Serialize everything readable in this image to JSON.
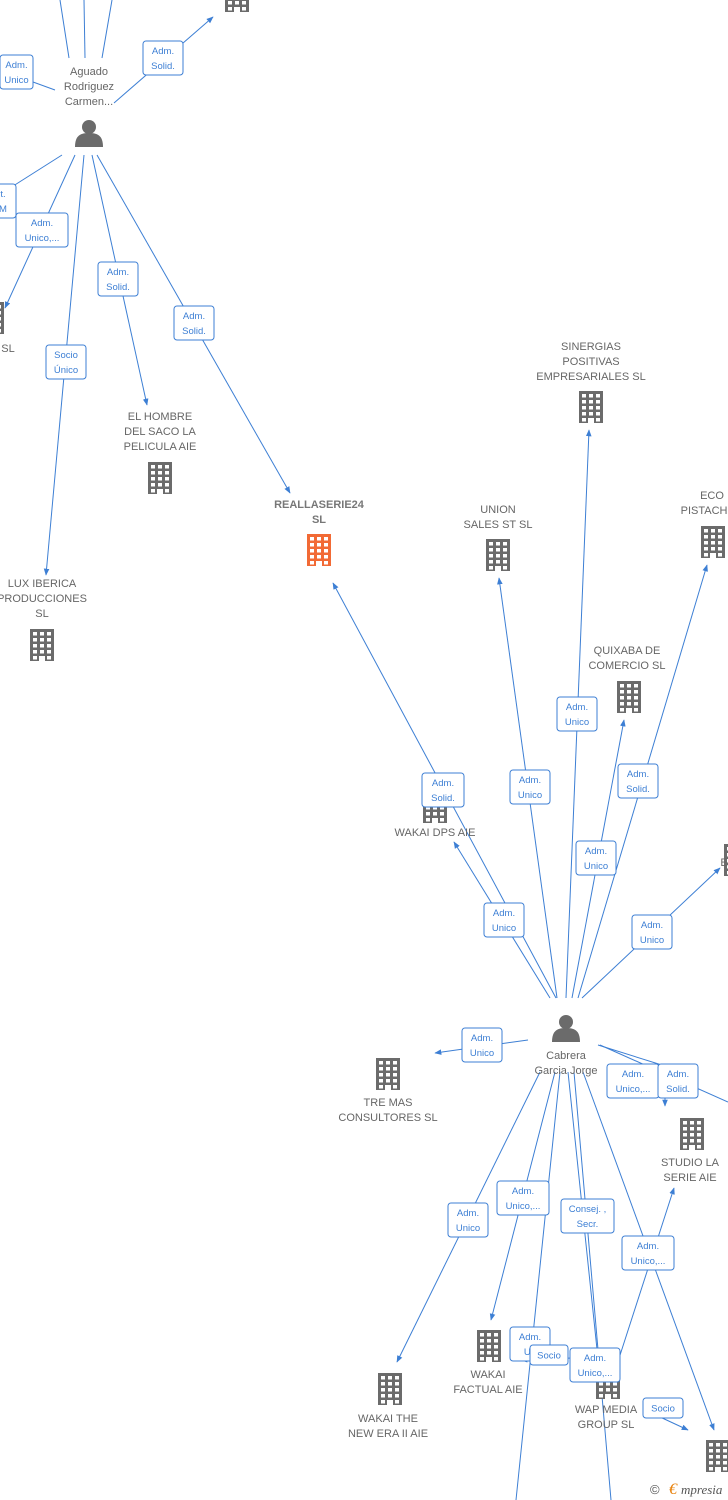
{
  "colors": {
    "edge": "#3d7fd4",
    "node_icon": "#6b6b6b",
    "highlight_icon": "#f26a35",
    "label_text": "#666666",
    "brand_accent": "#e8830f"
  },
  "people": [
    {
      "id": "aguado",
      "icon": "person-icon",
      "lines": [
        "Aguado",
        "Rodriguez",
        "Carmen..."
      ]
    },
    {
      "id": "cabrera",
      "icon": "person-icon",
      "lines": [
        "Cabrera",
        "Garcia Jorge"
      ]
    }
  ],
  "companies": [
    {
      "id": "top-partial",
      "icon": "building-icon",
      "lines": []
    },
    {
      "id": "left-sl",
      "icon": "building-icon",
      "lines": [
        "SL"
      ]
    },
    {
      "id": "hombre-saco",
      "icon": "building-icon",
      "lines": [
        "EL HOMBRE",
        "DEL SACO LA",
        "PELICULA AIE"
      ]
    },
    {
      "id": "realla",
      "icon": "building-icon",
      "highlight": true,
      "lines": [
        "REALLASERIE24",
        "SL"
      ]
    },
    {
      "id": "lux-iberica",
      "icon": "building-icon",
      "lines": [
        "LUX IBERICA",
        "PRODUCCIONES",
        "SL"
      ]
    },
    {
      "id": "sinergias",
      "icon": "building-icon",
      "lines": [
        "SINERGIAS",
        "POSITIVAS",
        "EMPRESARIALES SL"
      ]
    },
    {
      "id": "union-sales",
      "icon": "building-icon",
      "lines": [
        "UNION",
        "SALES ST SL"
      ]
    },
    {
      "id": "eco-pistachos",
      "icon": "building-icon",
      "lines": [
        "ECO",
        "PISTACHOS"
      ]
    },
    {
      "id": "quixaba",
      "icon": "building-icon",
      "lines": [
        "QUIXABA DE",
        "COMERCIO SL"
      ]
    },
    {
      "id": "wakai-dps",
      "icon": "building-icon",
      "lines": [
        "WAKAI DPS AIE"
      ]
    },
    {
      "id": "right-e",
      "icon": "building-icon",
      "lines": [
        "E"
      ]
    },
    {
      "id": "tre-mas",
      "icon": "building-icon",
      "lines": [
        "TRE MAS",
        "CONSULTORES SL"
      ]
    },
    {
      "id": "studio-la-serie",
      "icon": "building-icon",
      "lines": [
        "STUDIO LA",
        "SERIE AIE"
      ]
    },
    {
      "id": "wakai-factual",
      "icon": "building-icon",
      "lines": [
        "WAKAI",
        "FACTUAL AIE"
      ]
    },
    {
      "id": "wakai-the-new-era",
      "icon": "building-icon",
      "lines": [
        "WAKAI THE",
        "NEW ERA II AIE"
      ]
    },
    {
      "id": "wap-media",
      "icon": "building-icon",
      "lines": [
        "WAP MEDIA",
        "GROUP SL"
      ]
    },
    {
      "id": "bottom-right",
      "icon": "building-icon",
      "lines": []
    }
  ],
  "edge_labels": [
    {
      "id": "aguado-left-admunico",
      "lines": [
        "Adm.",
        "Unico"
      ]
    },
    {
      "id": "aguado-top-admsolid",
      "lines": [
        "Adm.",
        "Solid."
      ]
    },
    {
      "id": "aguado-left-cut",
      "lines": [
        "t.",
        "M"
      ]
    },
    {
      "id": "aguado-left-admunico2",
      "lines": [
        "Adm.",
        "Unico,..."
      ]
    },
    {
      "id": "aguado-hombre-admsolid",
      "lines": [
        "Adm.",
        "Solid."
      ]
    },
    {
      "id": "aguado-realla-admsolid",
      "lines": [
        "Adm.",
        "Solid."
      ]
    },
    {
      "id": "aguado-lux-sociounico",
      "lines": [
        "Socio",
        "Único"
      ]
    },
    {
      "id": "cabrera-sinergias-admunico",
      "lines": [
        "Adm.",
        "Unico"
      ]
    },
    {
      "id": "cabrera-eco-admsolid",
      "lines": [
        "Adm.",
        "Solid."
      ]
    },
    {
      "id": "cabrera-realla-admsolid",
      "lines": [
        "Adm.",
        "Solid."
      ]
    },
    {
      "id": "cabrera-union-admunico",
      "lines": [
        "Adm.",
        "Unico"
      ]
    },
    {
      "id": "cabrera-quixaba-admunico",
      "lines": [
        "Adm.",
        "Unico"
      ]
    },
    {
      "id": "cabrera-wakaidps-admunico",
      "lines": [
        "Adm.",
        "Unico"
      ]
    },
    {
      "id": "cabrera-righte-admunico",
      "lines": [
        "Adm.",
        "Unico"
      ]
    },
    {
      "id": "cabrera-tremas-admunico",
      "lines": [
        "Adm.",
        "Unico"
      ]
    },
    {
      "id": "cabrera-studio-admunico",
      "lines": [
        "Adm.",
        "Unico,..."
      ]
    },
    {
      "id": "cabrera-studio-admsolid",
      "lines": [
        "Adm.",
        "Solid."
      ]
    },
    {
      "id": "cabrera-factual-admunico",
      "lines": [
        "Adm.",
        "Unico,..."
      ]
    },
    {
      "id": "cabrera-newera-admunico",
      "lines": [
        "Adm.",
        "Unico"
      ]
    },
    {
      "id": "cabrera-wap-consej",
      "lines": [
        "Consej. ,",
        "Secr."
      ]
    },
    {
      "id": "cabrera-studio-admunico2",
      "lines": [
        "Adm.",
        "Unico,..."
      ]
    },
    {
      "id": "cabrera-factual-admunico2",
      "lines": [
        "Adm.",
        "Un"
      ]
    },
    {
      "id": "cabrera-factual-socio",
      "lines": [
        "Socio"
      ]
    },
    {
      "id": "cabrera-wap-admunico",
      "lines": [
        "Adm.",
        "Unico,..."
      ]
    },
    {
      "id": "cabrera-bottomright-socio",
      "lines": [
        "Socio"
      ]
    }
  ],
  "footer": {
    "copyright": "©",
    "brand_initial": "€",
    "brand_rest": "mpresia"
  }
}
